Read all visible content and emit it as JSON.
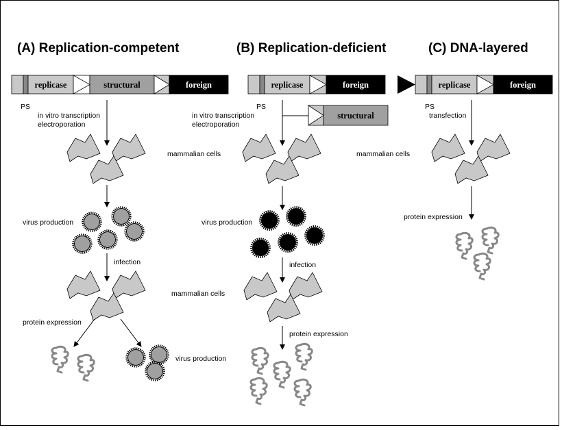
{
  "panels": [
    {
      "title": "(A) Replication-competent"
    },
    {
      "title": "(B) Replication-deficient"
    },
    {
      "title": "(C) DNA-layered"
    }
  ],
  "segments": {
    "replicase": "replicase",
    "structural": "structural",
    "foreign": "foreign"
  },
  "labels": {
    "ps": "PS",
    "ivt_line1": "in vitro transcription",
    "ivt_line2": "electroporation",
    "transfection": "transfection",
    "mammalian_cells": "mammalian cells",
    "virus_production": "virus production",
    "infection": "infection",
    "protein_expression": "protein expression"
  },
  "colors": {
    "light_gray": "#c8c8c8",
    "mid_gray": "#a0a0a0",
    "dark_gray": "#888888",
    "black": "#000000",
    "white": "#ffffff",
    "frame": "#000000"
  },
  "icons": {
    "cell": "cell-icon",
    "virion_gray": "gray-virion-icon",
    "virion_black": "black-virion-icon",
    "protein": "protein-icon",
    "promoter": "promoter-triangle-icon"
  }
}
